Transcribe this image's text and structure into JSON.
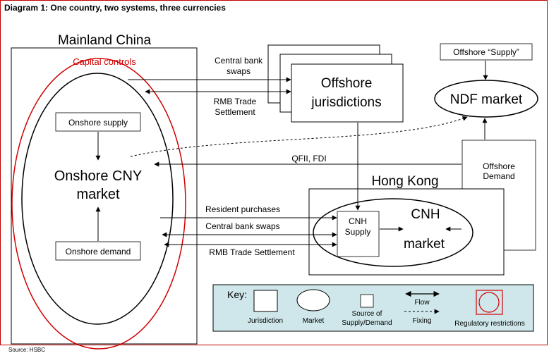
{
  "title": "Diagram 1: One country, two systems, three currencies",
  "source": "Source: HSBC",
  "mainland": {
    "label": "Mainland China",
    "capital_controls": "Capital controls",
    "onshore_supply": "Onshore supply",
    "onshore_market_line1": "Onshore CNY",
    "onshore_market_line2": "market",
    "onshore_demand": "Onshore demand"
  },
  "offshore": {
    "jurisdictions_line1": "Offshore",
    "jurisdictions_line2": "jurisdictions",
    "supply": "Offshore “Supply”",
    "ndf_market": "NDF market",
    "demand_line1": "Offshore",
    "demand_line2": "Demand"
  },
  "hong_kong": {
    "label": "Hong Kong",
    "cnh_supply_line1": "CNH",
    "cnh_supply_line2": "Supply",
    "cnh_market_line1": "CNH",
    "cnh_market_line2": "market"
  },
  "flows": {
    "central_bank_swaps_top_line1": "Central bank",
    "central_bank_swaps_top_line2": "swaps",
    "rmb_trade_top_line1": "RMB Trade",
    "rmb_trade_top_line2": "Settlement",
    "qfii_fdi": "QFII, FDI",
    "resident_purchases": "Resident purchases",
    "central_bank_swaps": "Central bank swaps",
    "rmb_trade_settlement": "RMB Trade Settlement"
  },
  "key": {
    "title": "Key:",
    "jurisdiction": "Jurisdiction",
    "market": "Market",
    "source_line1": "Source of",
    "source_line2": "Supply/Demand",
    "flow": "Flow",
    "fixing": "Fixing",
    "regulatory": "Regulatory restrictions"
  },
  "colors": {
    "control_red": "#d00000",
    "key_fill": "#cfe7ea"
  }
}
